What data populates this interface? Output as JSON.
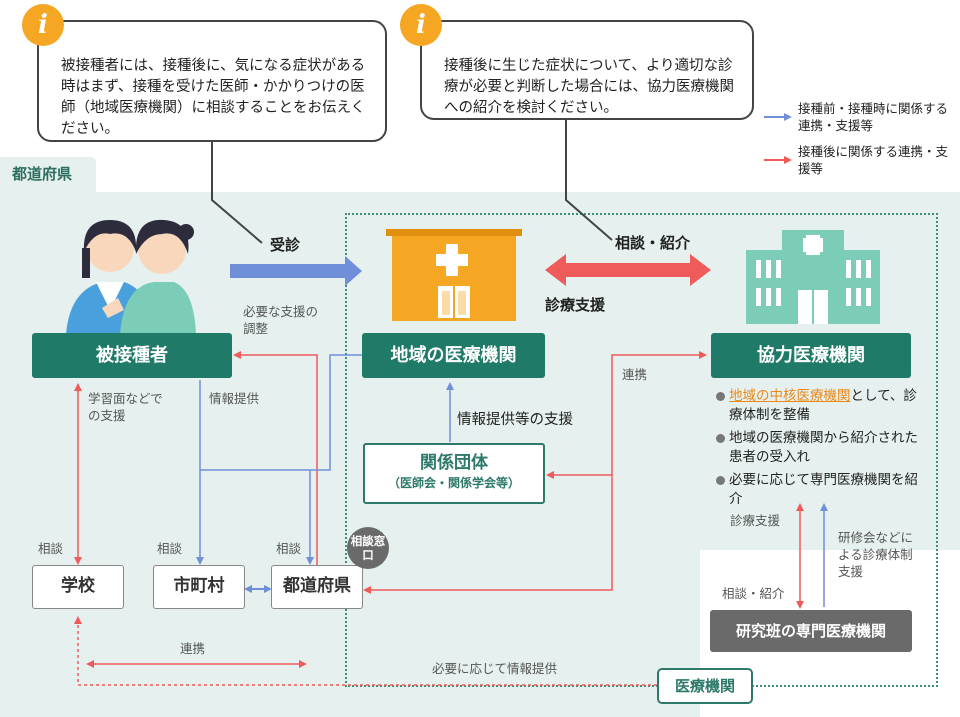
{
  "bubbles": {
    "left_text": "被接種者には、接種後に、気になる症状がある時はまず、接種を受けた医師・かかりつけの医師（地域医療機関）に相談することをお伝えください。",
    "right_text": "接種後に生じた症状について、より適切な診療が必要と判断した場合には、協力医療機関への紹介を検討ください。",
    "icon_glyph": "i"
  },
  "legend": {
    "blue": "接種前・接種時に関係する連携・支援等",
    "red": "接種後に関係する連携・支援等"
  },
  "labels": {
    "prefecture_tab": "都道府県",
    "medical_institutions": "医療機関",
    "juushin": "受診",
    "soudan_shoukai": "相談・紹介",
    "shinryou_shien": "診療支援",
    "hitsuyou_shien": "必要な支援の調整",
    "joho_teikyo": "情報提供",
    "gakushu_shien": "学習面などでの支援",
    "renkei_upper": "連携",
    "joho_teikyo_shien": "情報提供等の支援",
    "soudan_school": "相談",
    "soudan_city": "相談",
    "soudan_pref": "相談",
    "renkei_lower": "連携",
    "hitsuyou_joho": "必要に応じて情報提供",
    "shinryou_shien_small": "診療支援",
    "kenshu": "研修会などによる診療体制支援",
    "soudan_shoukai_small": "相談・紹介"
  },
  "nodes": {
    "vaccinee": "被接種者",
    "local_medical": "地域の医療機関",
    "cooperating": "協力医療機関",
    "related_orgs": "関係団体",
    "related_orgs_sub": "（医師会・関係学会等）",
    "school": "学校",
    "city": "市町村",
    "prefecture": "都道府県",
    "consult_window": "相談窓口",
    "research_specialist": "研究班の専門医療機関"
  },
  "bullets": {
    "item1_highlight": "地域の中核医療機関",
    "item1_rest": "として、診療体制を整備",
    "item2": "地域の医療機関から紹介された患者の受入れ",
    "item3": "必要に応じて専門医療機関を紹介"
  },
  "colors": {
    "green_dark": "#1f7a68",
    "region_bg": "#e6f1ef",
    "blue_arrow": "#6f8fd8",
    "red_arrow": "#ef5a5a",
    "orange": "#f5a623",
    "hospital_green": "#7ccdb7",
    "highlight": "#e8891a"
  },
  "icons": [
    "info-icon",
    "clinic-icon",
    "hospital-icon",
    "people-illustration"
  ]
}
